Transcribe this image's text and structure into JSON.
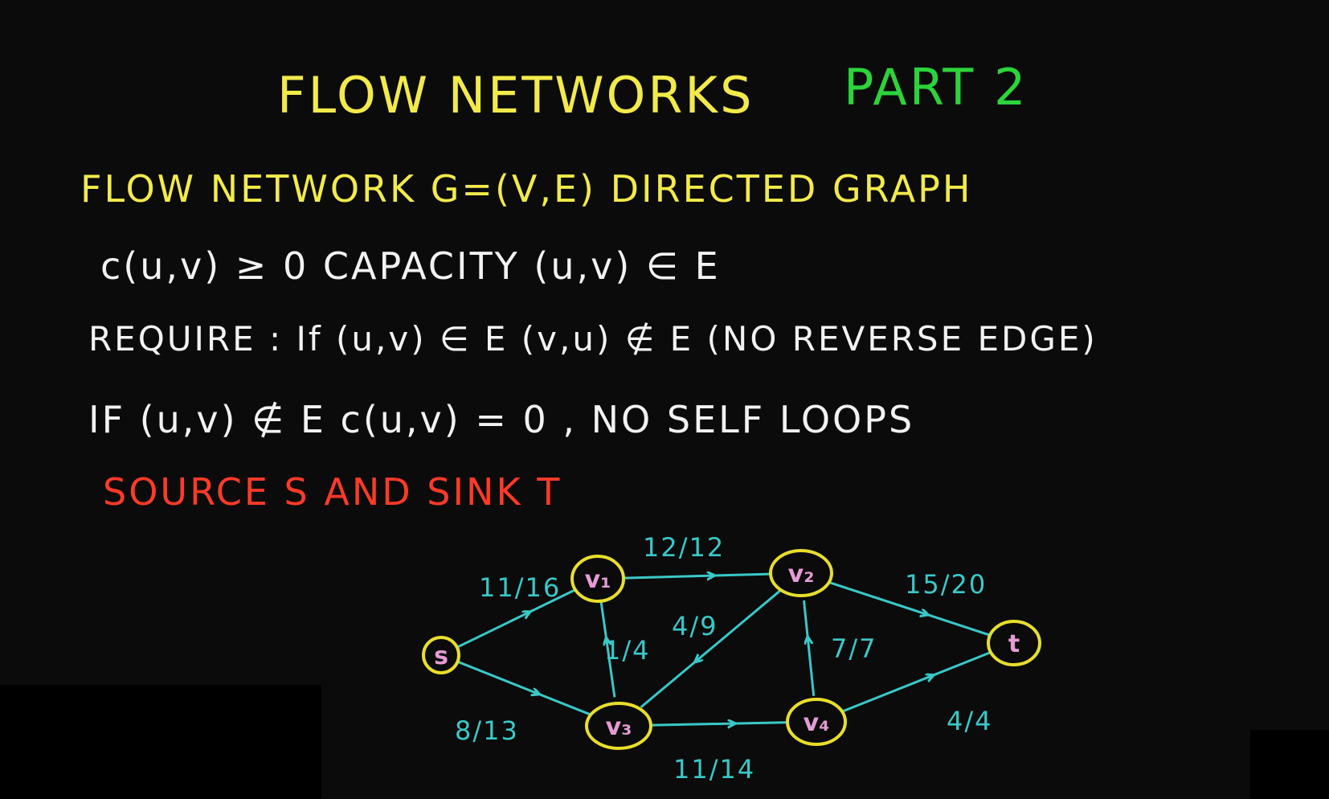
{
  "title": {
    "main": "FLOW NETWORKS",
    "part": "PART 2"
  },
  "lines": {
    "definition": "FLOW NETWORK   G=(V,E)   DIRECTED GRAPH",
    "capacity": "c(u,v) ≥ 0     CAPACITY   (u,v) ∈ E",
    "require": "REQUIRE :  If (u,v) ∈ E   (v,u) ∉ E   (NO REVERSE EDGE)",
    "if_not_edge": "IF (u,v) ∉ E    c(u,v) = 0    , NO SELF LOOPS",
    "source_sink": "SOURCE  S    AND   SINK  T"
  },
  "graph": {
    "nodes": [
      {
        "id": "s",
        "label": "s"
      },
      {
        "id": "v1",
        "label": "v₁"
      },
      {
        "id": "v2",
        "label": "v₂"
      },
      {
        "id": "v3",
        "label": "v₃"
      },
      {
        "id": "v4",
        "label": "v₄"
      },
      {
        "id": "t",
        "label": "t"
      }
    ],
    "edges": [
      {
        "from": "s",
        "to": "v1",
        "label": "11/16"
      },
      {
        "from": "s",
        "to": "v3",
        "label": "8/13"
      },
      {
        "from": "v1",
        "to": "v2",
        "label": "12/12"
      },
      {
        "from": "v3",
        "to": "v1",
        "label": "1/4"
      },
      {
        "from": "v2",
        "to": "v3",
        "label": "4/9"
      },
      {
        "from": "v3",
        "to": "v4",
        "label": "11/14"
      },
      {
        "from": "v4",
        "to": "v2",
        "label": "7/7"
      },
      {
        "from": "v2",
        "to": "t",
        "label": "15/20"
      },
      {
        "from": "v4",
        "to": "t",
        "label": "4/4"
      }
    ]
  },
  "colors": {
    "background": "#0b0b0b",
    "title": "#f2ea4a",
    "part": "#2bd43a",
    "body": "#f2f2f2",
    "source_sink": "#ff3a28",
    "edge": "#3ac8c8",
    "node_ring": "#e8de2a",
    "node_label": "#e59bd4"
  }
}
